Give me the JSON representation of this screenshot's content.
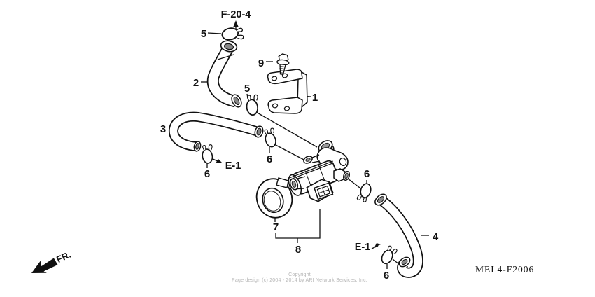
{
  "figure": {
    "ref_top": "F-20-4",
    "ref_connection": "E-1",
    "direction": "FR.",
    "code": "MEL4-F2006",
    "copyright_line1": "Copyright",
    "copyright_line2": "Page design (c) 2004 - 2014 by ARI Network Services, Inc.",
    "callouts": {
      "c1": "1",
      "c2": "2",
      "c3": "3",
      "c4": "4",
      "c5": "5",
      "c6": "6",
      "c7": "7",
      "c8": "8",
      "c9": "9"
    }
  }
}
